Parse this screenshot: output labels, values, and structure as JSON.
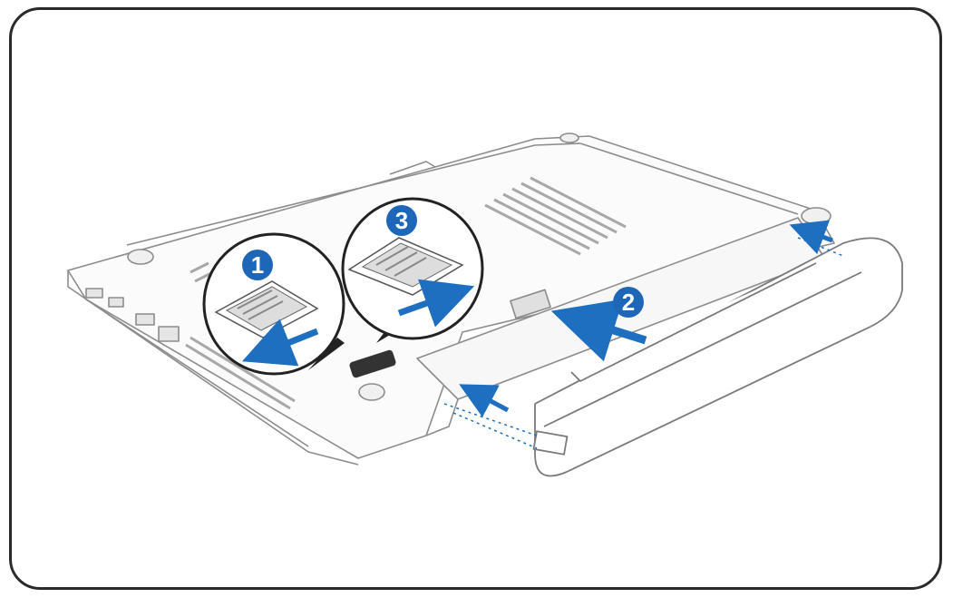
{
  "diagram": {
    "steps": [
      {
        "number": "1",
        "action": "slide-left"
      },
      {
        "number": "2",
        "action": "insert-battery"
      },
      {
        "number": "3",
        "action": "slide-right"
      }
    ],
    "colors": {
      "accent_blue": "#1f6fc1",
      "badge_blue": "#1d66b8",
      "line_gray": "#8c8c8c",
      "frame": "#2a2a2a"
    },
    "icons": [
      "laptop-underside",
      "battery-pack",
      "latch-zoom",
      "arrow"
    ]
  }
}
